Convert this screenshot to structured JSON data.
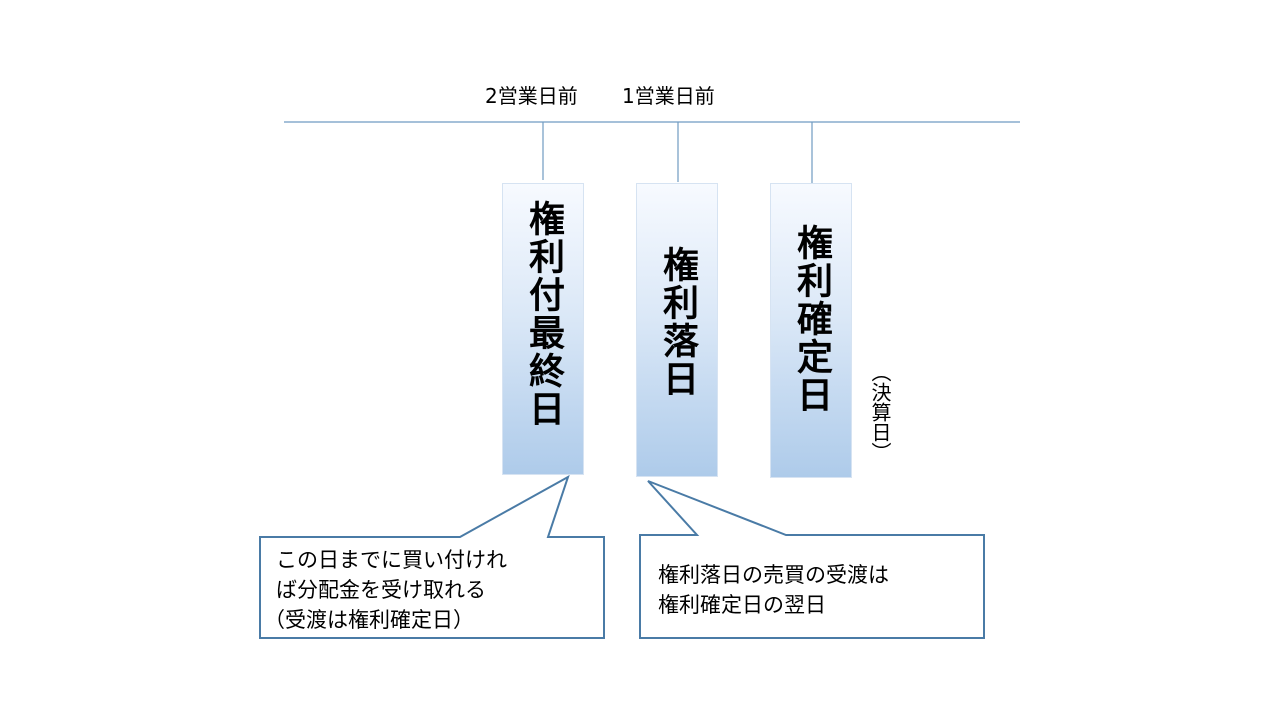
{
  "timeline": {
    "labels": [
      "2営業日前",
      "1営業日前"
    ],
    "line_color": "#6f9bc2"
  },
  "pillars": [
    {
      "text": "権利付最終日"
    },
    {
      "text": "権利落日"
    },
    {
      "text": "権利確定日"
    }
  ],
  "side_note": "（決算日）",
  "callouts": [
    {
      "lines": [
        "この日までに買い付けれ",
        "ば分配金を受け取れる",
        "（受渡は権利確定日）"
      ]
    },
    {
      "lines": [
        "権利落日の売買の受渡は",
        "権利確定日の翌日"
      ]
    }
  ],
  "colors": {
    "callout_border": "#4a7ba6",
    "pillar_top": "#f7faff",
    "pillar_bottom": "#aecbea"
  }
}
